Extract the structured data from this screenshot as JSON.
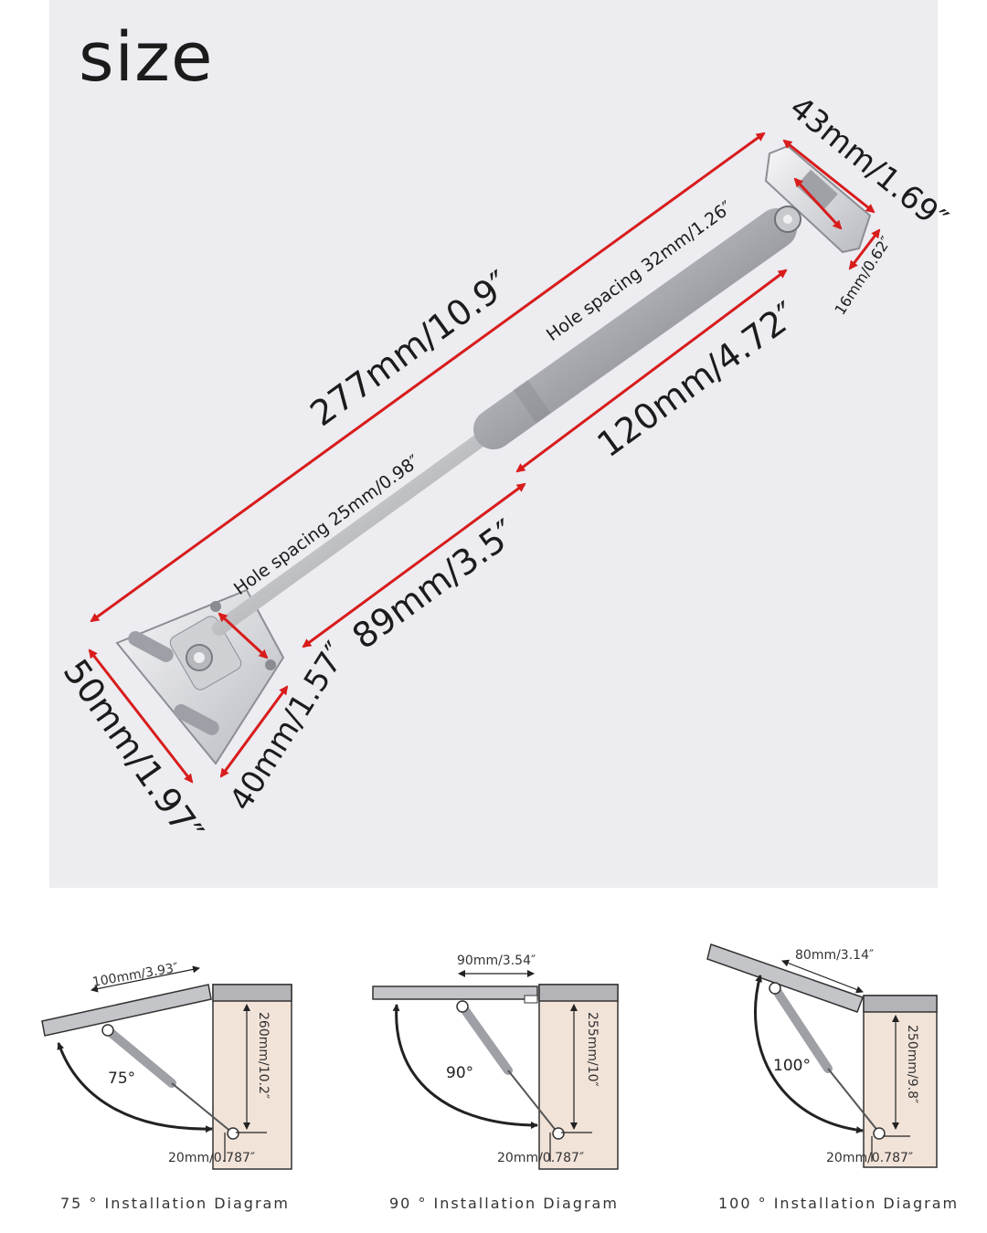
{
  "title": "size",
  "product_dimensions": {
    "total_length": "277mm/10.9″",
    "mount_width_top": "43mm/1.69″",
    "mount_depth_top": "16mm/0.62″",
    "hole_spacing_top": "Hole spacing 32mm/1.26″",
    "cylinder_length": "120mm/4.72″",
    "hole_spacing_bottom": "Hole spacing 25mm/0.98″",
    "rod_length": "89mm/3.5″",
    "plate_height": "50mm/1.97″",
    "plate_width": "40mm/1.57″"
  },
  "diagrams": [
    {
      "angle": "75°",
      "horizontal": "100mm/3.93″",
      "vertical": "260mm/10.2″",
      "offset": "20mm/0.787″",
      "caption": "75 ° Installation Diagram"
    },
    {
      "angle": "90°",
      "horizontal": "90mm/3.54″",
      "vertical": "255mm/10″",
      "offset": "20mm/0.787″",
      "caption": "90 ° Installation Diagram"
    },
    {
      "angle": "100°",
      "horizontal": "80mm/3.14″",
      "vertical": "250mm/9.8″",
      "offset": "20mm/0.787″",
      "caption": "100 ° Installation Diagram"
    }
  ],
  "colors": {
    "dimension_arrow": "#d81c1c",
    "panel_bg": "#ececf1",
    "cabinet_fill": "#f2e3d9"
  }
}
